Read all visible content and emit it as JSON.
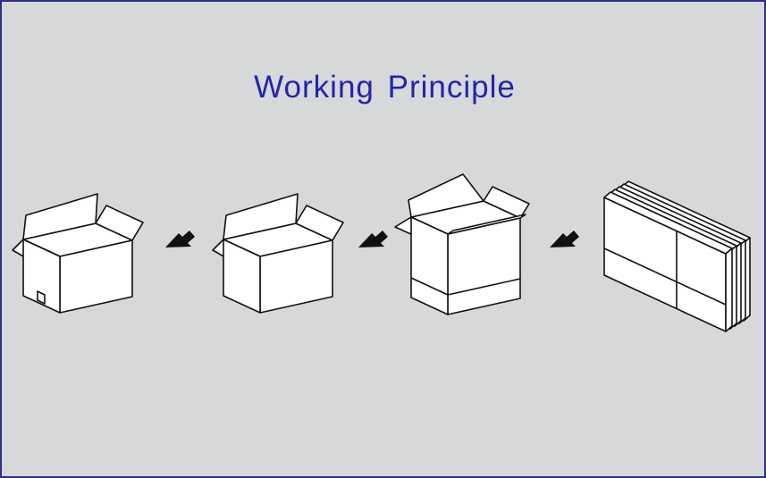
{
  "title": "Working Principle",
  "colors": {
    "background": "#d7d8da",
    "border": "#2a2d8f",
    "title": "#2226a6",
    "outline": "#111111",
    "box_fill": "#ffffff",
    "arrow": "#111111"
  },
  "flow_direction": "right-to-left",
  "stages": [
    {
      "name": "stack-of-flat-blanks",
      "icon": "flat-carton-stack-icon"
    },
    {
      "name": "box-erected-bottom-taped",
      "icon": "erected-box-taped-icon"
    },
    {
      "name": "open-box",
      "icon": "open-box-icon"
    },
    {
      "name": "finished-box",
      "icon": "finished-box-icon"
    }
  ]
}
